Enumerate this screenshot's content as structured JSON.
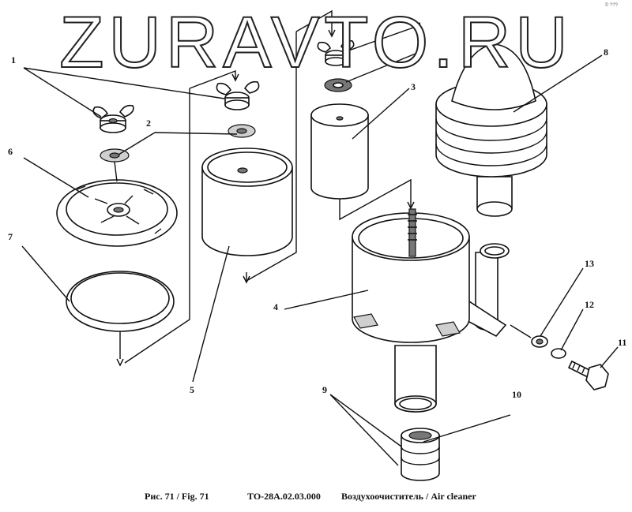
{
  "watermark": "ZURAVTO.RU",
  "corner_note": "© ???",
  "caption": {
    "figure": "Рис. 71 / Fig. 71",
    "code": "ТО-28А.02.03.000",
    "title": "Воздухоочиститель / Air cleaner"
  },
  "callouts": {
    "c1a": "1",
    "c1b": "1",
    "c2a": "2",
    "c2b": "2",
    "c3": "3",
    "c4": "4",
    "c5": "5",
    "c6": "6",
    "c7": "7",
    "c8": "8",
    "c9": "9",
    "c10": "10",
    "c11": "11",
    "c12": "12",
    "c13": "13"
  }
}
